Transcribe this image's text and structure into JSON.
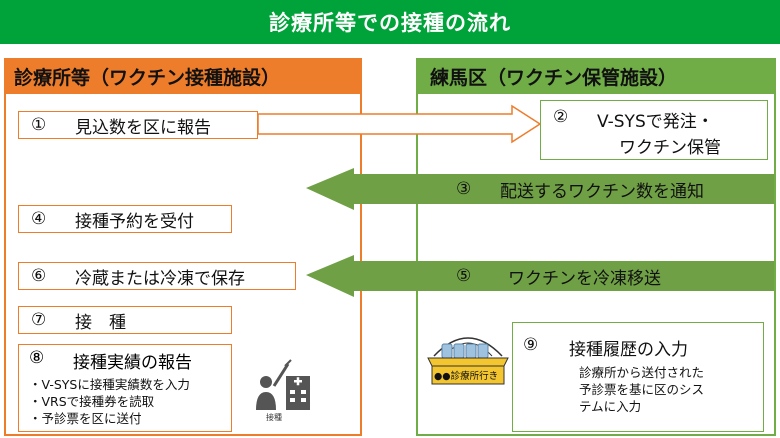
{
  "title": "診療所等での接種の流れ",
  "left_panel": {
    "header": "診療所等（ワクチン接種施設）"
  },
  "right_panel": {
    "header": "練馬区（ワクチン保管施設）"
  },
  "steps": {
    "s1": {
      "num": "①",
      "label": "見込数を区に報告"
    },
    "s2": {
      "num": "②",
      "line1": "V-SYSで発注・",
      "line2": "ワクチン保管"
    },
    "s3": {
      "num": "③",
      "label": "配送するワクチン数を通知"
    },
    "s4": {
      "num": "④",
      "label": "接種予約を受付"
    },
    "s5": {
      "num": "⑤",
      "label": "ワクチンを冷凍移送"
    },
    "s6": {
      "num": "⑥",
      "label": "冷蔵または冷凍で保存"
    },
    "s7": {
      "num": "⑦",
      "label": "接　種"
    },
    "s8": {
      "num": "⑧",
      "label": "接種実績の報告",
      "bullets": [
        "・V-SYSに接種実績数を入力",
        "・VRSで接種券を読取",
        "・予診票を区に送付"
      ]
    },
    "s9": {
      "num": "⑨",
      "label": "接種履歴の入力",
      "desc": [
        "診療所から送付された",
        "予診票を基に区のシス",
        "テムに入力"
      ]
    }
  },
  "icons": {
    "cooler_label": "●●診療所行き",
    "vaccinate_label": "接種"
  },
  "colors": {
    "title": "#00a33a",
    "orange": "#ee7d2b",
    "green": "#70ad47",
    "arrow": "#6fa045"
  }
}
